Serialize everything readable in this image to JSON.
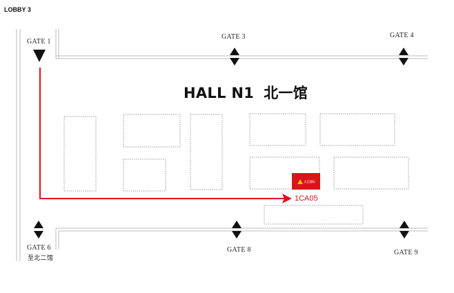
{
  "lobby_label": "LOBBY 3",
  "hall_title": "HALL N1",
  "hall_title_cn": "北一馆",
  "booth": {
    "id": "1CA05",
    "logo_text": "大正国际",
    "logo_subtext": "",
    "highlight_color": "#d8141b"
  },
  "route_color": "#d9121b",
  "gates": {
    "gate1": "GATE 1",
    "gate3": "GATE 3",
    "gate4": "GATE 4",
    "gate6": "GATE 6",
    "gate6_sub": "至北二馆",
    "gate8": "GATE 8",
    "gate9": "GATE 9"
  }
}
